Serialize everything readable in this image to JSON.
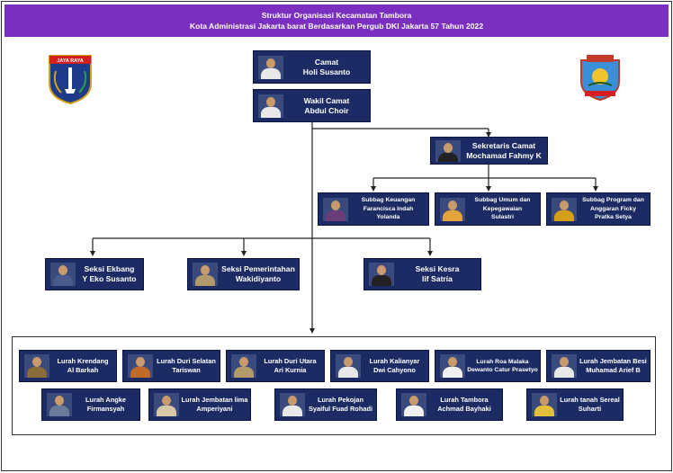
{
  "header": {
    "line1": "Struktur Organisasi Kecamatan Tambora",
    "line2": "Kota Administrasi Jakarta barat Berdasarkan Pergub DKI Jakarta 57 Tahun 2022"
  },
  "logos": {
    "left_text": "JAYA RAYA"
  },
  "colors": {
    "header_bg": "#7a2fc0",
    "box_bg": "#1c2b63",
    "line": "#222222"
  },
  "camat": {
    "title": "Camat",
    "name": "Holi Susanto"
  },
  "wakil": {
    "title": "Wakil Camat",
    "name": "Abdul Choir"
  },
  "sekretaris": {
    "title": "Sekretaris Camat",
    "name": "Mochamad Fahmy K"
  },
  "subbag": [
    {
      "l1": "Subbag Keuangan",
      "l2": "Farancisca Indah",
      "l3": "Yolanda"
    },
    {
      "l1": "Subbag Umum dan",
      "l2": "Kepegawaian",
      "l3": "Sulastri"
    },
    {
      "l1": "Subbag Program dan",
      "l2": "Anggaran Ficky",
      "l3": "Pratka Setya"
    }
  ],
  "seksi": [
    {
      "title": "Seksi Ekbang",
      "name": "Y Eko Susanto"
    },
    {
      "title": "Seksi Pemerintahan",
      "name": "Wakidiyanto"
    },
    {
      "title": "Seksi Kesra",
      "name": "Iif Satria"
    }
  ],
  "lurah_row1": [
    {
      "title": "Lurah Krendang",
      "name": "Al Barkah"
    },
    {
      "title": "Lurah Duri Selatan",
      "name": "Tariswan"
    },
    {
      "title": "Lurah Duri Utara",
      "name": "Ari Kurnia"
    },
    {
      "title": "Lurah Kalianyar",
      "name": "Dwi Cahyono"
    },
    {
      "title": "Lurah Roa Malaka",
      "name": "Dewanto Catur Prasetyo"
    },
    {
      "title": "Lurah Jembatan Besi",
      "name": "Muhamad Arief B"
    }
  ],
  "lurah_row2": [
    {
      "title": "Lurah Angke",
      "name": "Firmansyah"
    },
    {
      "title": "Lurah Jembatan lima",
      "name": "Amperiyani"
    },
    {
      "title": "Lurah Pekojan",
      "name": "Syaiful Fuad Rohadi"
    },
    {
      "title": "Lurah Tambora",
      "name": "Achmad Bayhaki"
    },
    {
      "title": "Lurah tanah Sereal",
      "name": "Suharti"
    }
  ]
}
